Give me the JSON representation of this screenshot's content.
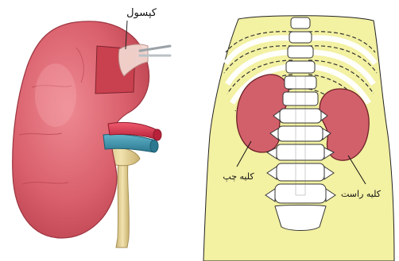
{
  "labels": {
    "capsule": "کپسول",
    "left_kidney": "کلیه چپ",
    "right_kidney": "کلیه راست"
  },
  "colors": {
    "kidney_red": "#d2606a",
    "kidney_dark": "#b8424e",
    "artery": "#d8334a",
    "vein": "#3a8fa8",
    "ureter": "#e8d59a",
    "torso_yellow": "#f3f1a2",
    "bone": "#ffffff"
  }
}
